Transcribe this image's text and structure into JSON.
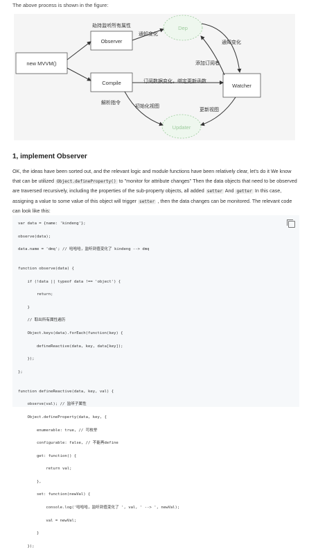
{
  "intro": "The above process is shown in the figure:",
  "diagram": {
    "nodes": {
      "mvvm": "new MVVM()",
      "observer": "Observer",
      "compile": "Compile",
      "dep": "Dep",
      "watcher": "Watcher",
      "updater": "Updater"
    },
    "edges": {
      "hijack": "劫持监听所有属性",
      "notify_change": "通知变化",
      "notify_change2": "通知变化",
      "add_subscriber": "添加订阅者",
      "subscribe": "订阅数据变化，绑定更新函数",
      "parse": "解析指令",
      "init_view": "初始化视图",
      "update_view": "更新视图"
    }
  },
  "section_title": "1, implement Observer",
  "para": {
    "p1": "OK, the ideas have been sorted out, and the relevant logic and module functions have been relatively clear, let's do it We know that can be utilized ",
    "code1": "Object.defineProperty()",
    "p2": " to \"monitor for attribute changes\" Then the data objects that need to be observed are traversed recursively, including the properties of the sub-property objects, all added ",
    "code2": "setter",
    "p3": " And ",
    "code3": "getter",
    "p4": " In this case, assigning a value to some value of this object will trigger ",
    "code4": "setter",
    "p5": " , then the data changes can be monitored. The relevant code can look like this:"
  },
  "code": {
    "lines": [
      "var data = {name: 'kindeng'};",
      "observe(data);",
      "data.name = 'dmq'; // 哈哈哈，监听到值变化了 kindeng --> dmq",
      "",
      "function observe(data) {",
      "    if (!data || typeof data !== 'object') {",
      "        return;",
      "    }",
      "    // 取出所有属性遍历",
      "    Object.keys(data).forEach(function(key) {",
      "        defineReactive(data, key, data[key]);",
      "    });",
      "};",
      "",
      "function defineReactive(data, key, val) {",
      "    observe(val); // 监听子属性",
      "    Object.defineProperty(data, key, {",
      "        enumerable: true, // 可枚举",
      "        configurable: false, // 不能再define",
      "        get: function() {",
      "            return val;",
      "        },",
      "        set: function(newVal) {",
      "            console.log('哈哈哈，监听到值变化了 ', val, ' --> ', newVal);",
      "            val = newVal;",
      "        }",
      "    });"
    ]
  }
}
